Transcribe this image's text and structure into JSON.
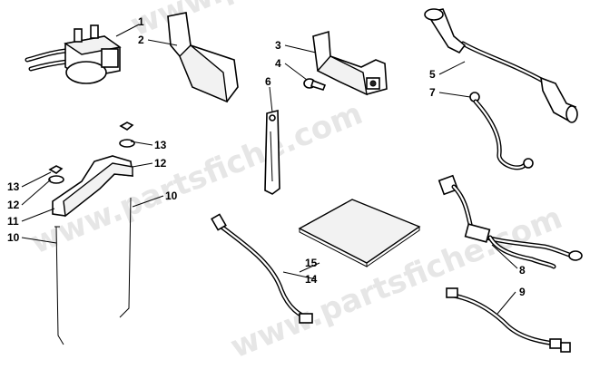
{
  "diagram": {
    "watermark": "www.partsfiche.com",
    "callouts": [
      {
        "id": "1",
        "label": "1"
      },
      {
        "id": "2",
        "label": "2"
      },
      {
        "id": "3",
        "label": "3"
      },
      {
        "id": "4",
        "label": "4"
      },
      {
        "id": "5",
        "label": "5"
      },
      {
        "id": "6",
        "label": "6"
      },
      {
        "id": "7",
        "label": "7"
      },
      {
        "id": "8",
        "label": "8"
      },
      {
        "id": "9",
        "label": "9"
      },
      {
        "id": "10a",
        "label": "10"
      },
      {
        "id": "10b",
        "label": "10"
      },
      {
        "id": "11",
        "label": "11"
      },
      {
        "id": "12a",
        "label": "12"
      },
      {
        "id": "12b",
        "label": "12"
      },
      {
        "id": "13a",
        "label": "13"
      },
      {
        "id": "13b",
        "label": "13"
      },
      {
        "id": "14",
        "label": "14"
      },
      {
        "id": "15",
        "label": "15"
      }
    ]
  }
}
